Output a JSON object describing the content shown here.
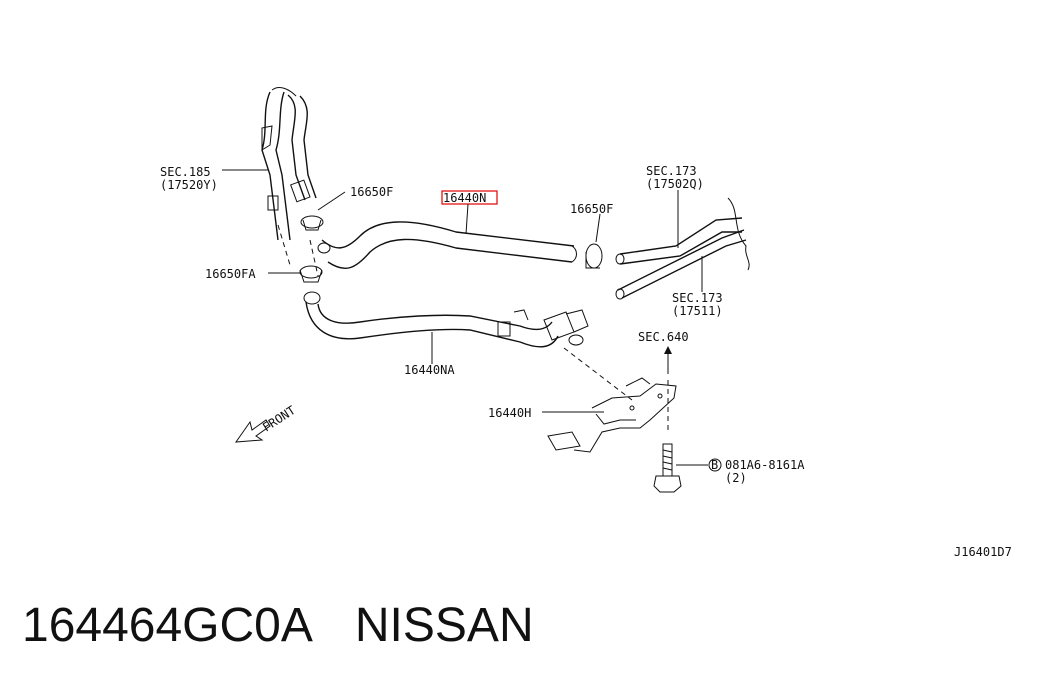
{
  "labels": {
    "sec185": "SEC.185",
    "sec185_sub": "(17520Y)",
    "clamp_16650f_left": "16650F",
    "clamp_16650f_right": "16650F",
    "clamp_16650fa": "16650FA",
    "hose_16440n": "16440N",
    "hose_16440na": "16440NA",
    "sec173_top": "SEC.173",
    "sec173_top_sub": "(17502Q)",
    "sec173_bottom": "SEC.173",
    "sec173_bottom_sub": "(17511)",
    "sec640": "SEC.640",
    "bracket_16440h": "16440H",
    "bolt_marker": "B",
    "bolt_part": "081A6-8161A",
    "bolt_qty": "(2)",
    "front": "FRONT",
    "diagram_id": "J16401D7"
  },
  "footer": {
    "part_number": "164464GC0A",
    "brand": "NISSAN"
  },
  "highlight_color": "#e00000"
}
